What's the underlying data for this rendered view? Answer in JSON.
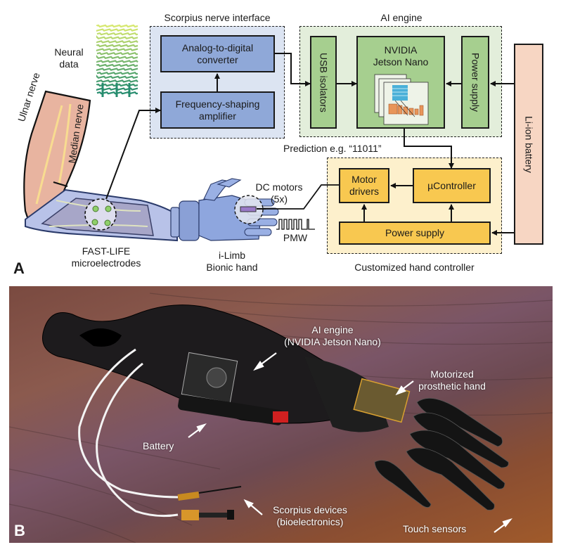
{
  "panel_a": {
    "letter": "A",
    "neural_data_label_line1": "Neural",
    "neural_data_label_line2": "data",
    "nerves": {
      "ulnar": "Ulnar nerve",
      "median": "Median nerve"
    },
    "electrodes_line1": "FAST-LIFE",
    "electrodes_line2": "microelectrodes",
    "hand_line1": "i-Limb",
    "hand_line2": "Bionic hand",
    "dc_motors_line1": "DC motors",
    "dc_motors_line2": "(5x)",
    "pwm_label": "PMW",
    "scorpius": {
      "title": "Scorpius nerve interface",
      "adc_line1": "Analog-to-digital",
      "adc_line2": "converter",
      "amp_line1": "Frequency-shaping",
      "amp_line2": "amplifier"
    },
    "ai_engine": {
      "title": "AI engine",
      "usb": "USB isolators",
      "nvidia_line1": "NVIDIA",
      "nvidia_line2": "Jetson Nano",
      "power": "Power supply"
    },
    "battery": "Li-ion battery",
    "prediction": "Prediction e.g. “11011”",
    "hand_controller": {
      "title": "Customized hand controller",
      "motor_line1": "Motor",
      "motor_line2": "drivers",
      "uc": "µController",
      "power": "Power supply"
    },
    "colors": {
      "scorpius_bg": "#dce4f2",
      "scorpius_box": "#8fa8d8",
      "ai_bg": "#e3eedb",
      "ai_box": "#a6cf8f",
      "controller_bg": "#fdf0cc",
      "controller_box": "#f8c850",
      "battery": "#f7d6c3",
      "arm_skin": "#e8b4a0",
      "prosthesis": "#a8b8e0"
    }
  },
  "panel_b": {
    "letter": "B",
    "ai_engine_line1": "AI engine",
    "ai_engine_line2": "(NVIDIA Jetson Nano)",
    "motorized_line1": "Motorized",
    "motorized_line2": "prosthetic hand",
    "battery": "Battery",
    "scorpius_line1": "Scorpius devices",
    "scorpius_line2": "(bioelectronics)",
    "touch": "Touch sensors"
  }
}
